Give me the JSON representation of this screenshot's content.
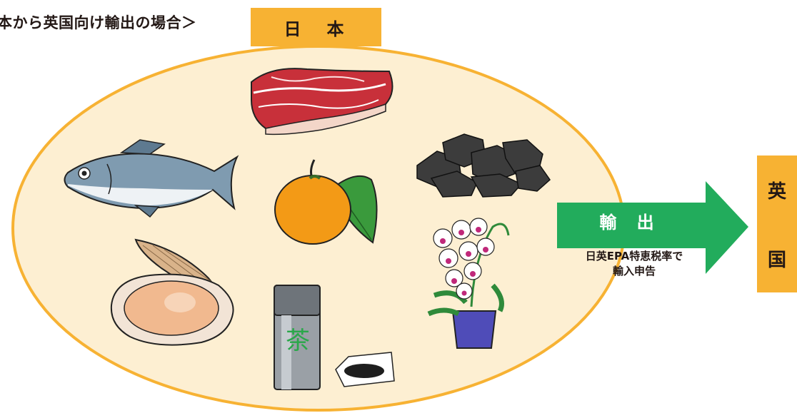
{
  "header": {
    "title": "本から英国向け輸出の場合＞",
    "origin_label": "日　本"
  },
  "destination": {
    "line1": "英",
    "line2": "国"
  },
  "arrow": {
    "label": "輸 出",
    "note_line1": "日英EPA特恵税率で",
    "note_line2": "輸入申告",
    "color": "#22ac5c"
  },
  "items": {
    "tea_char": "茶",
    "icons": [
      "beef-icon",
      "fish-icon",
      "mandarin-orange-icon",
      "charcoal-icon",
      "scallop-icon",
      "tea-can-icon",
      "tea-leaves-icon",
      "orchid-icon"
    ]
  },
  "colors": {
    "ellipse_fill": "#fdefd2",
    "ellipse_stroke": "#f7b233",
    "label_bg": "#f7b233"
  }
}
